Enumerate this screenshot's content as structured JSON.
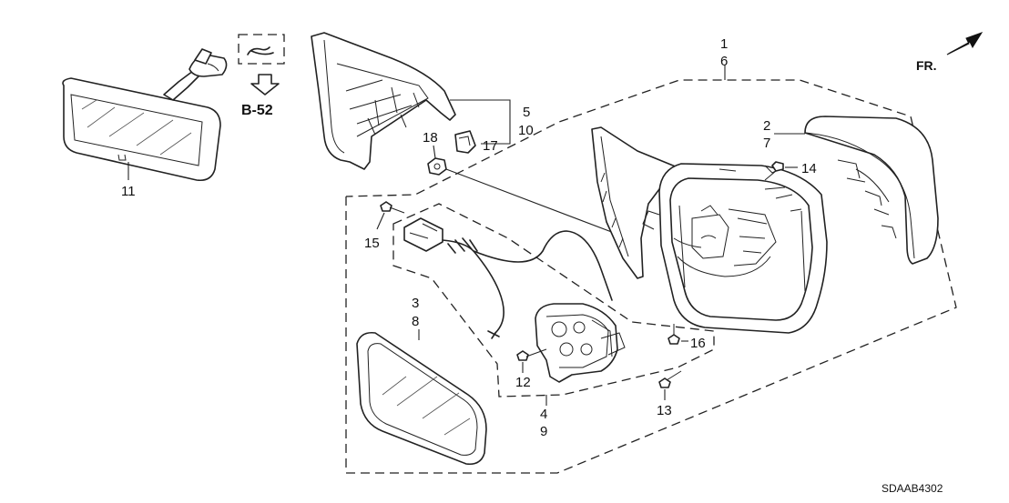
{
  "orientation": {
    "label": "FR."
  },
  "reference": {
    "label": "B-52"
  },
  "diagram_code": "SDAAB4302",
  "callouts": {
    "c1": "1",
    "c6": "6",
    "c2": "2",
    "c7": "7",
    "c3": "3",
    "c8": "8",
    "c4": "4",
    "c9": "9",
    "c5": "5",
    "c10": "10",
    "c11": "11",
    "c12": "12",
    "c13": "13",
    "c14": "14",
    "c15": "15",
    "c16": "16",
    "c17": "17",
    "c18": "18"
  }
}
